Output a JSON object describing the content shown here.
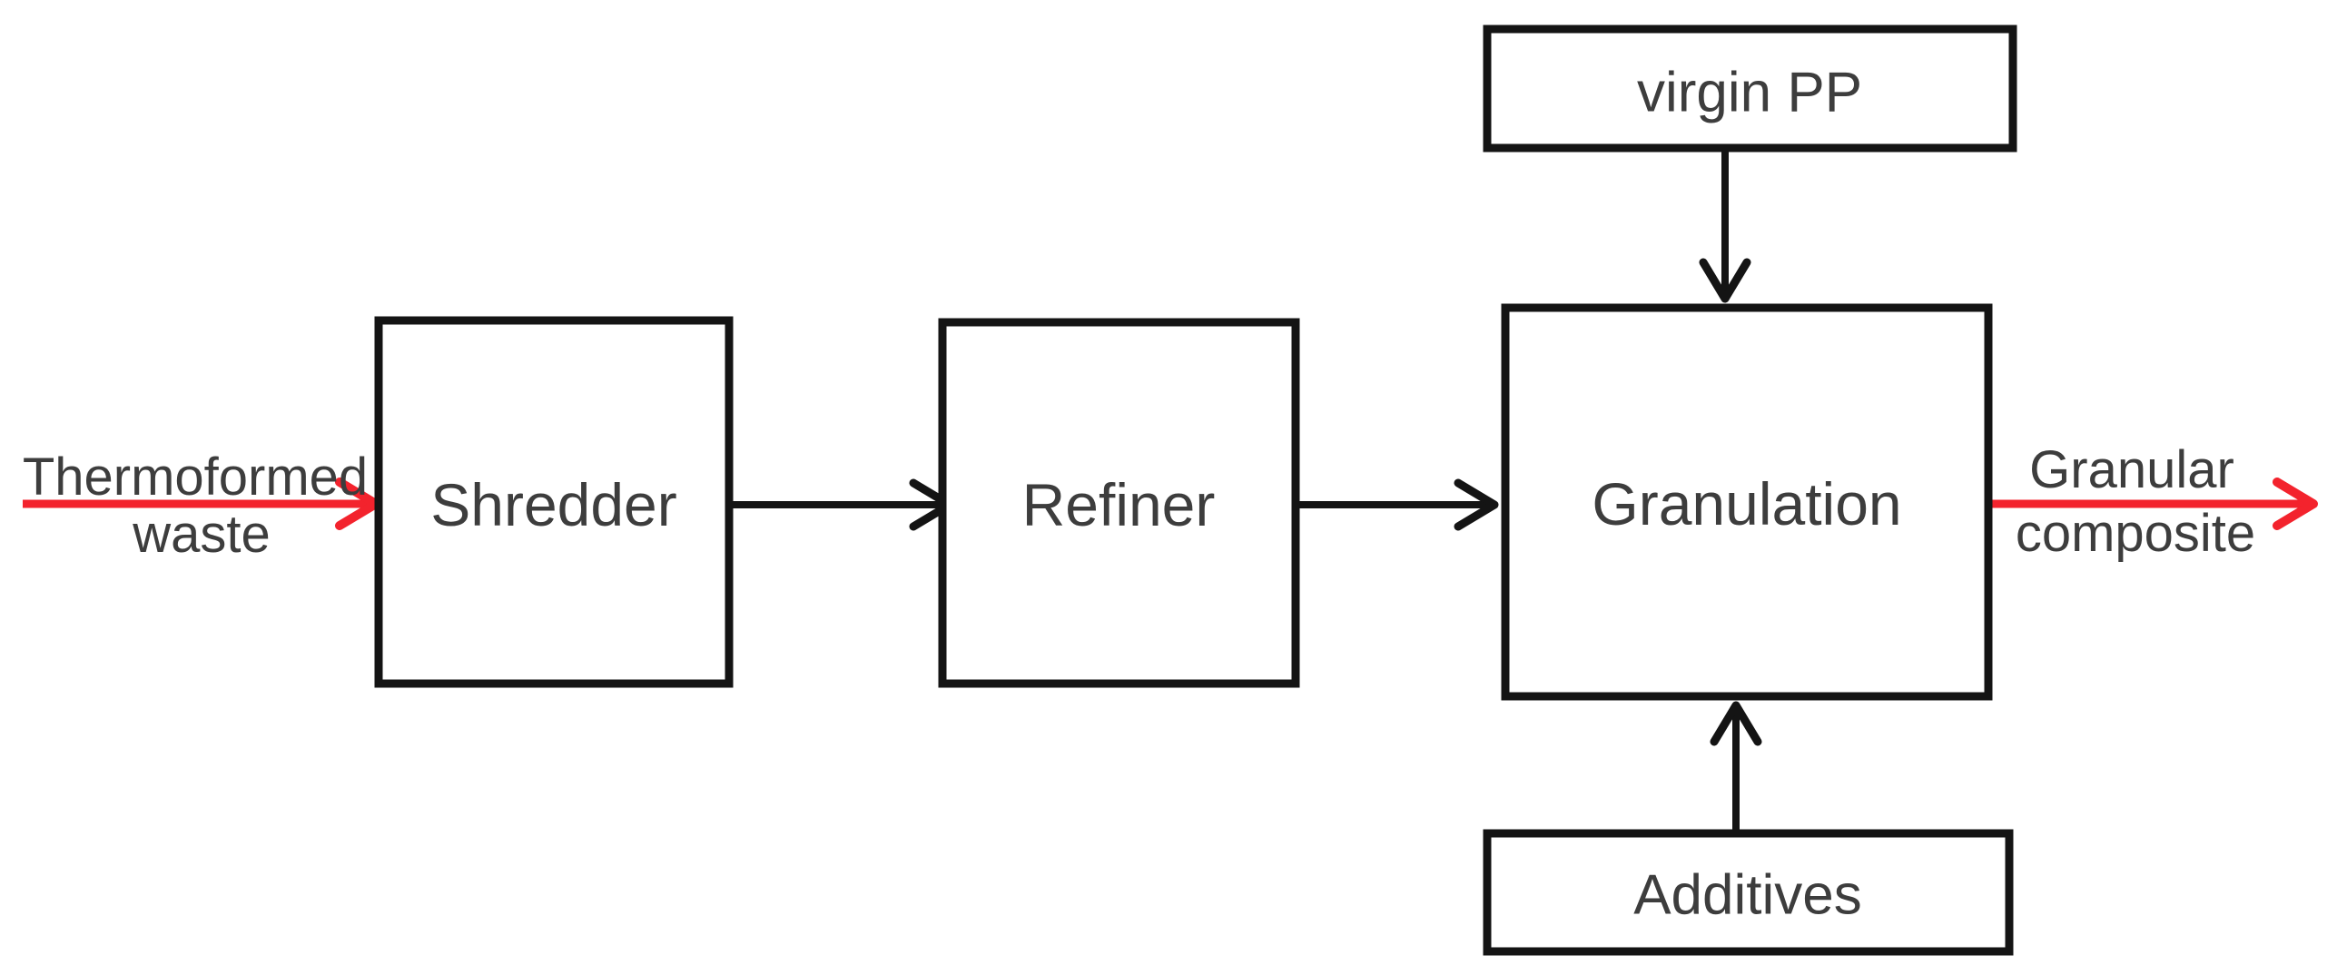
{
  "diagram": {
    "type": "process-flow",
    "nodes": [
      {
        "id": "shredder",
        "label": "Shredder",
        "role": "process"
      },
      {
        "id": "refiner",
        "label": "Refiner",
        "role": "process"
      },
      {
        "id": "granulation",
        "label": "Granulation",
        "role": "process"
      },
      {
        "id": "virgin_pp",
        "label": "virgin PP",
        "role": "input-material"
      },
      {
        "id": "additives",
        "label": "Additives",
        "role": "input-material"
      }
    ],
    "external_labels": [
      {
        "id": "input",
        "line1": "Thermoformed",
        "line2": "waste"
      },
      {
        "id": "output",
        "line1": "Granular",
        "line2": "composite"
      }
    ],
    "edges": [
      {
        "from": "Thermoformed waste",
        "to": "Shredder",
        "color": "red"
      },
      {
        "from": "Shredder",
        "to": "Refiner",
        "color": "black"
      },
      {
        "from": "Refiner",
        "to": "Granulation",
        "color": "black"
      },
      {
        "from": "virgin PP",
        "to": "Granulation",
        "color": "black"
      },
      {
        "from": "Additives",
        "to": "Granulation",
        "color": "black"
      },
      {
        "from": "Granulation",
        "to": "Granular composite",
        "color": "red"
      }
    ],
    "colors": {
      "arrow_red": "#f3232d",
      "arrow_black": "#141414",
      "border": "#141414",
      "text": "#3d3d3d",
      "background": "#ffffff"
    }
  }
}
